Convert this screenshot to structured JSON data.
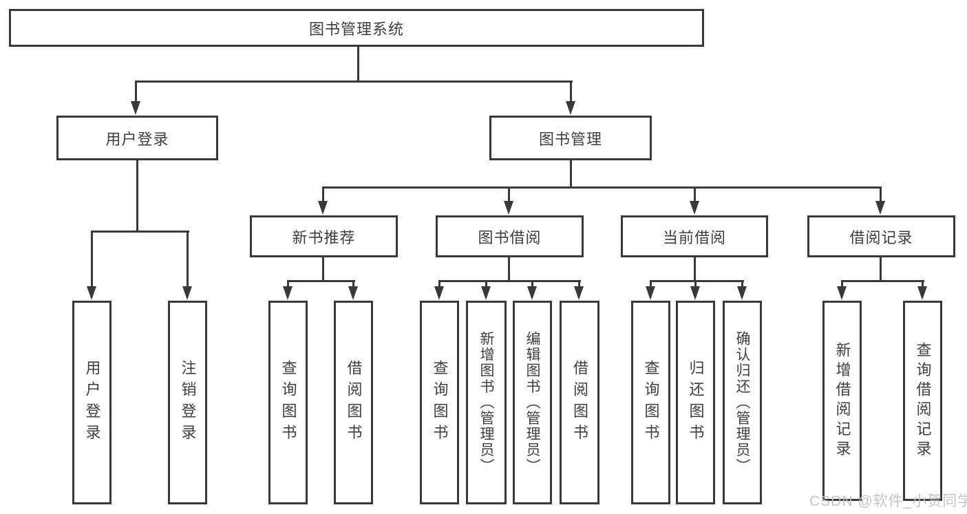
{
  "root_label": "图书管理系统",
  "level2": [
    {
      "label": "用户登录"
    },
    {
      "label": "图书管理"
    }
  ],
  "level3": [
    {
      "label": "新书推荐"
    },
    {
      "label": "图书借阅"
    },
    {
      "label": "当前借阅"
    },
    {
      "label": "借阅记录"
    }
  ],
  "leaves": {
    "login": [
      "用户登录",
      "注销登录"
    ],
    "recommend": [
      "查询图书",
      "借阅图书"
    ],
    "borrow": [
      "查询图书",
      "新增图书（管理员）",
      "编辑图书（管理员）",
      "借阅图书"
    ],
    "current": [
      "查询图书",
      "归还图书",
      "确认归还（管理员）"
    ],
    "records": [
      "新增借阅记录",
      "查询借阅记录"
    ]
  },
  "watermark": "CSDN @软件_小贺同学",
  "colors": {
    "line": "#39393b",
    "text": "#3e3e40",
    "background": "#ffffff",
    "watermark": "#c3c0c3"
  }
}
